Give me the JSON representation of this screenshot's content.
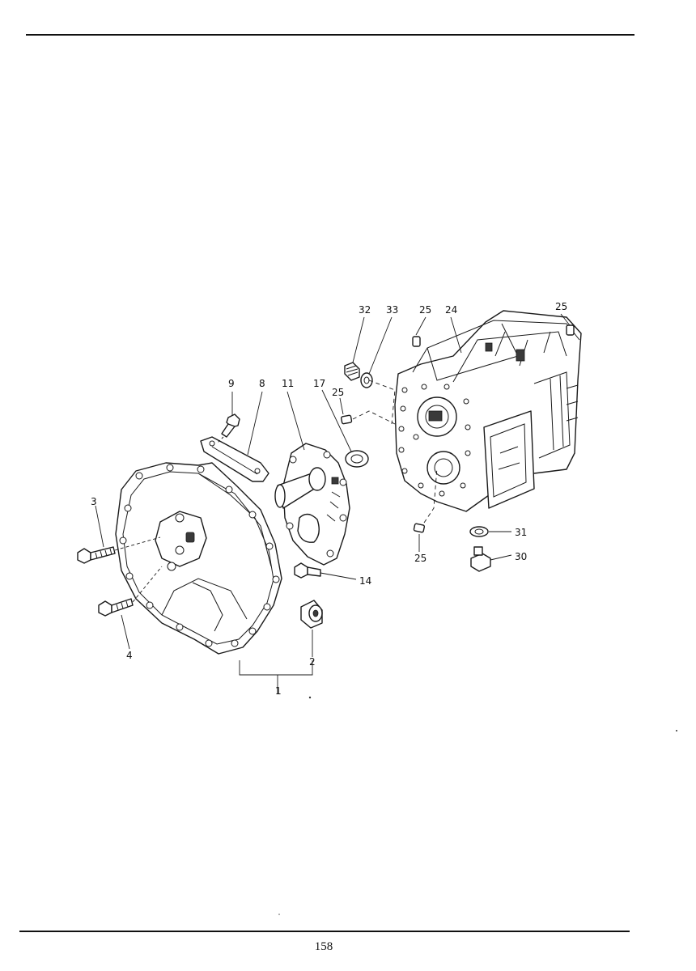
{
  "page": {
    "page_number": "158"
  },
  "callouts": {
    "c1": "1",
    "c2": "2",
    "c3": "3",
    "c4": "4",
    "c8": "8",
    "c9": "9",
    "c11": "11",
    "c14": "14",
    "c17": "17",
    "c24": "24",
    "c25_a": "25",
    "c25_b": "25",
    "c25_c": "25",
    "c25_d": "25",
    "c30": "30",
    "c31": "31",
    "c32": "32",
    "c33": "33"
  }
}
